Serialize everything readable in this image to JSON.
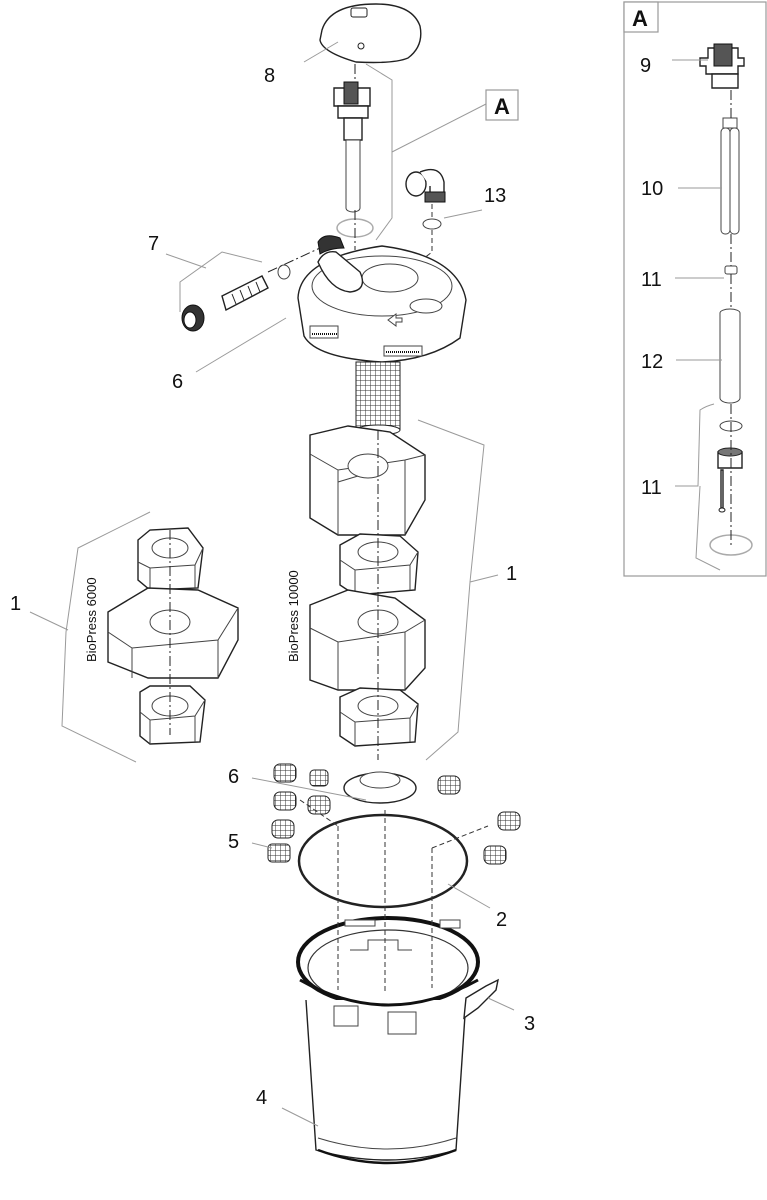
{
  "diagram": {
    "type": "exploded-parts-view",
    "detail_box": {
      "label": "A",
      "parts": [
        {
          "num": "9",
          "label": "9"
        },
        {
          "num": "10",
          "label": "10"
        },
        {
          "num": "11a",
          "label": "11"
        },
        {
          "num": "12",
          "label": "12"
        },
        {
          "num": "11b",
          "label": "11"
        }
      ]
    },
    "main_callouts": {
      "p8": "8",
      "pA": "A",
      "p13": "13",
      "p7": "7",
      "p6_top": "6",
      "p1_left": "1",
      "p1_right": "1",
      "p6_bottom": "6",
      "p5": "5",
      "p2": "2",
      "p3": "3",
      "p4": "4"
    },
    "variant_labels": {
      "left": "BioPress 6000",
      "right": "BioPress 10000"
    }
  }
}
